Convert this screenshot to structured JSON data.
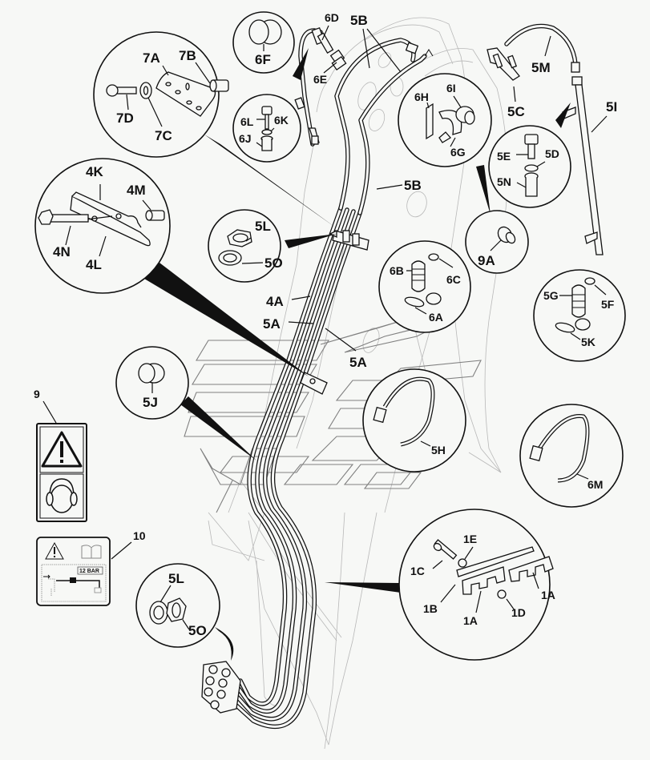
{
  "diagram": {
    "title": "Hydraulic pipe assembly exploded parts view",
    "background_color": "#f7f8f6",
    "line_color": "#111111",
    "callouts": {
      "c7": [
        "7A",
        "7B",
        "7C",
        "7D"
      ],
      "c6f": [
        "6F"
      ],
      "c6l": [
        "6L",
        "6K",
        "6J"
      ],
      "c6h": [
        "6H",
        "6I",
        "6G"
      ],
      "c5e": [
        "5E",
        "5D",
        "5N"
      ],
      "c4k": [
        "4K",
        "4M",
        "4N",
        "4L"
      ],
      "c5l_top": [
        "5L",
        "5O"
      ],
      "c6b": [
        "6B",
        "6C",
        "6A"
      ],
      "c9a": [
        "9A"
      ],
      "c5g": [
        "5G",
        "5F",
        "5K"
      ],
      "c5j": [
        "5J"
      ],
      "c5h": [
        "5H"
      ],
      "c6m": [
        "6M"
      ],
      "c1": [
        "1E",
        "1C",
        "1B",
        "1A",
        "1D",
        "1A"
      ],
      "c5l_bottom": [
        "5L",
        "5O"
      ]
    },
    "free_labels": {
      "l6d": "6D",
      "l6e": "6E",
      "l5b_top": "5B",
      "l5b_mid": "5B",
      "l5m": "5M",
      "l5c": "5C",
      "l5i": "5I",
      "l4a": "4A",
      "l5a_left": "5A",
      "l5a_right": "5A",
      "l9": "9",
      "l10": "10"
    },
    "decal_10": {
      "pressure": "12 BAR"
    }
  }
}
